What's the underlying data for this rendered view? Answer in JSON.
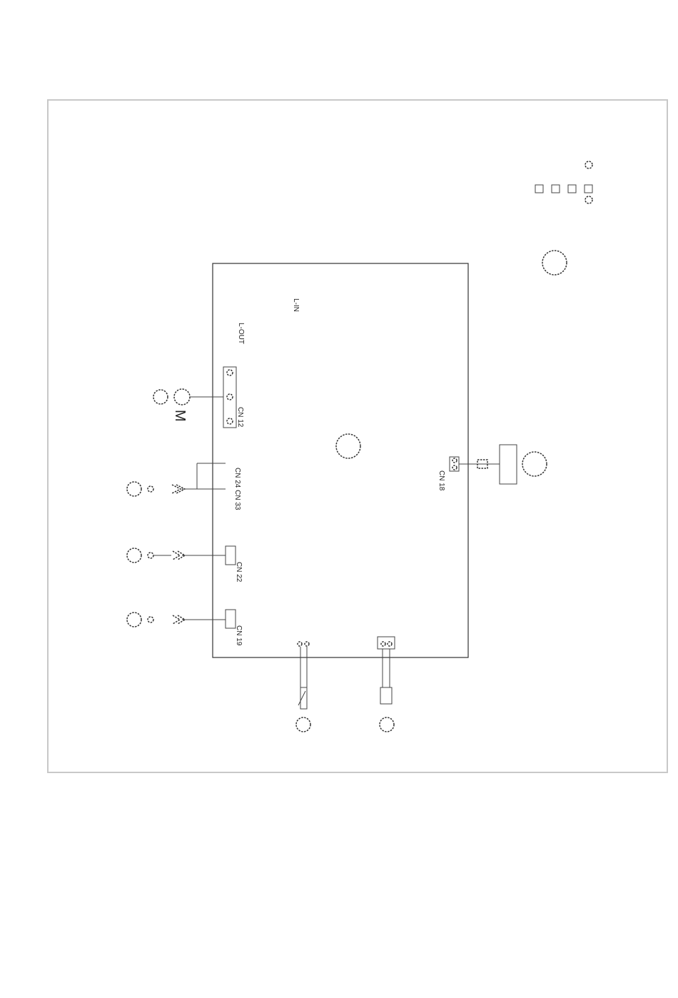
{
  "labels": {
    "l_in": "L-IN",
    "l_out": "L-OUT",
    "cn12": "CN 12",
    "cn24_cn33": "CN 24 CN 33",
    "cn22": "CN 22",
    "cn19": "CN 19",
    "cn18": "CN 18",
    "motor_m": "M"
  }
}
